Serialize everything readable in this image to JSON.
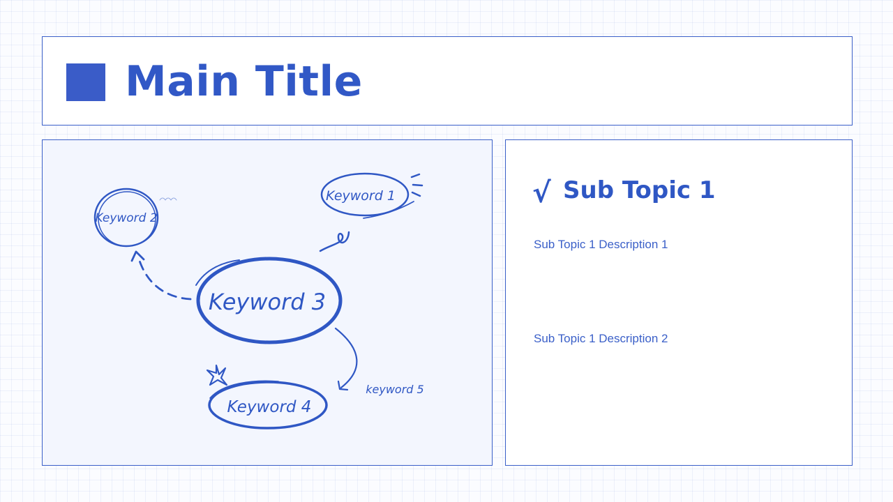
{
  "header": {
    "title": "Main Title"
  },
  "diagram": {
    "keywords": {
      "k1": "Keyword 1",
      "k2": "Keyword 2",
      "k3": "Keyword 3",
      "k4": "Keyword 4",
      "k5": "keyword 5"
    }
  },
  "side": {
    "check": "√",
    "title": "Sub Topic 1",
    "desc1": "Sub Topic 1 Description 1",
    "desc2": "Sub Topic 1 Description 2"
  },
  "colors": {
    "accent": "#2f57c4",
    "panel_bg": "#f3f6fe",
    "grid": "#e3e9f6"
  }
}
